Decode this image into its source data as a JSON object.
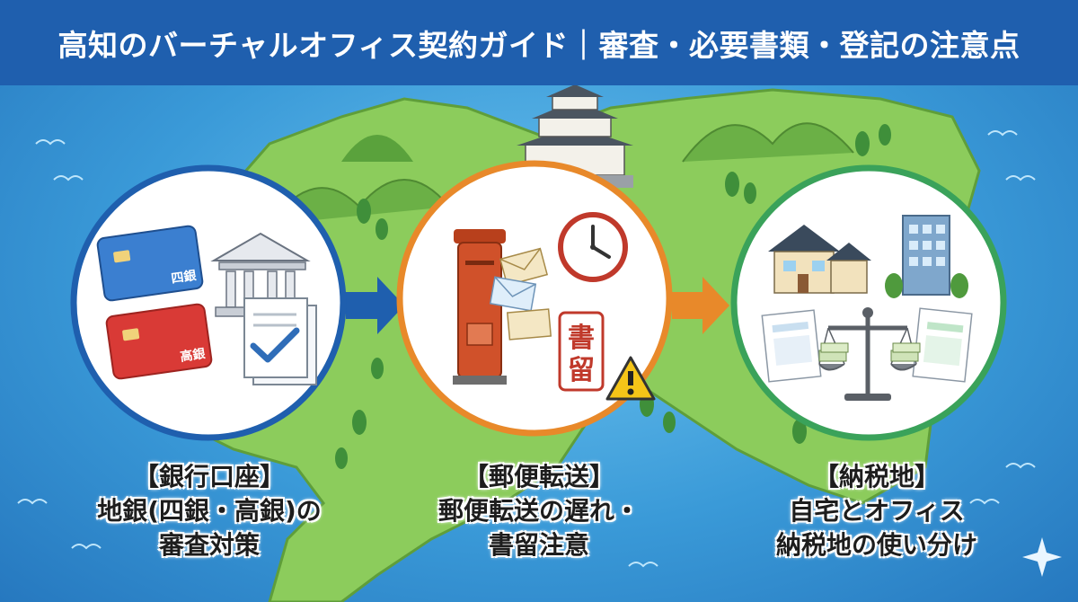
{
  "banner": {
    "title": "高知のバーチャルオフィス契約ガイド｜審査・必要書類・登記の注意点"
  },
  "panels": [
    {
      "heading": "【銀行口座】",
      "lines": [
        "地銀(四銀・高銀)の",
        "審査対策"
      ],
      "card_labels": [
        "四銀",
        "高銀"
      ],
      "ring_color": "#1f5fae"
    },
    {
      "heading": "【郵便転送】",
      "lines": [
        "郵便転送の遅れ・",
        "書留注意"
      ],
      "stamp_text": [
        "書",
        "留"
      ],
      "ring_color": "#e8892a"
    },
    {
      "heading": "【納税地】",
      "lines": [
        "自宅とオフィス",
        "納税地の使い分け"
      ],
      "ring_color": "#3aa25a"
    }
  ],
  "colors": {
    "banner": "#1f5fae",
    "sea": "#3a9ad8",
    "land": "#8ccc5c",
    "arrow_blue": "#1f5fae",
    "arrow_orange": "#e8892a"
  },
  "icons": [
    "bank-icon",
    "card-icon",
    "document-check-icon",
    "postbox-icon",
    "envelope-icon",
    "clock-icon",
    "warning-icon",
    "house-icon",
    "office-building-icon",
    "scale-icon",
    "money-icon",
    "castle-icon"
  ]
}
